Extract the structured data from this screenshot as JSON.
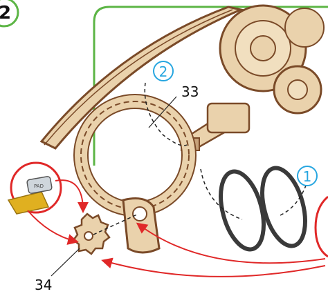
{
  "step": {
    "number": "2"
  },
  "callouts": [
    {
      "label": "2",
      "color": "#27a6e0"
    },
    {
      "label": "1",
      "color": "#27a6e0"
    }
  ],
  "parts": [
    {
      "label": "33"
    },
    {
      "label": "34"
    }
  ],
  "accessory": {
    "tube_label": "PAD"
  },
  "colors": {
    "frame": "#5cb545",
    "arrow": "#e02828",
    "wood": "#ead2ac",
    "wood_edge": "#7a4a28",
    "rubber": "#3a3a3a",
    "tape": "#e0b020"
  }
}
